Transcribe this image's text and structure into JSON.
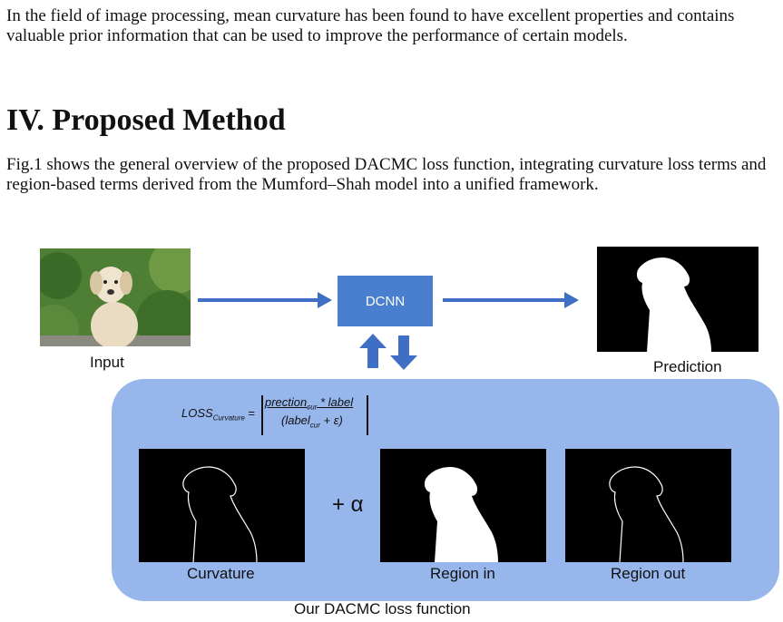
{
  "paragraph_1": "In the field of image processing, mean curvature has been found to have excellent properties and contains valuable prior information that can be used to improve the performance of certain models.",
  "heading": "IV. Proposed Method",
  "paragraph_2": "Fig.1 shows the general overview of the proposed DACMC loss function, integrating curvature loss terms and region-based terms derived from the Mumford–Shah model into a unified framework.",
  "figure": {
    "input_label": "Input",
    "dcnn_label": "DCNN",
    "prediction_label": "Prediction",
    "formula": {
      "lhs": "LOSS",
      "lhs_sub": "Curvature",
      "eq": "=",
      "num_a": "prection",
      "num_sub": "cur",
      "num_b": " * label",
      "den_a": "(label",
      "den_sub": "cur",
      "den_b": " + ε)"
    },
    "plus_alpha": "+ α",
    "curvature_label": "Curvature",
    "region_in_label": "Region in",
    "region_out_label": "Region out",
    "caption": "Our DACMC loss function",
    "colors": {
      "dcnn_box": "#4a7fcf",
      "arrows": "#3f6fc4",
      "panel": "#96b6ec"
    }
  }
}
